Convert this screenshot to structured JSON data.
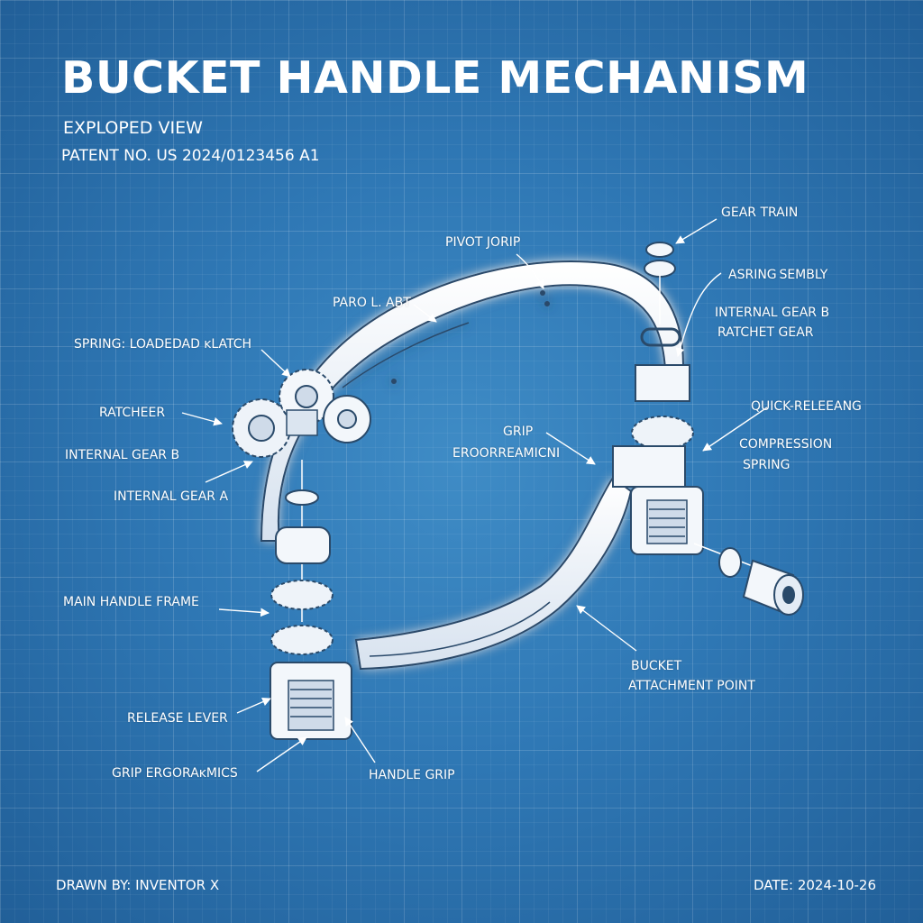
{
  "header": {
    "title": "BUCKET HANDLE MECHANISM",
    "subtitle": "EXPLOPED VIEW",
    "patent": "PATENT NO. US 2024/0123456 A1"
  },
  "labels": {
    "gear_train": "GEAR TRAIN",
    "pivot_jorip": "PIVOT JORIP",
    "asring_sembly": "ASRING SEMBLY",
    "paro_abt": "PARO L. ABT",
    "internal_gear_b_ratchet_1": "INTERNAL GEAR B",
    "internal_gear_b_ratchet_2": "RATCHET GEAR",
    "spring_loaded_latch": "SPRING: LOADEDAD ĸLATCH",
    "ratcheer": "RATCHEER",
    "quick_release": "QUICK-RELEEANG",
    "grip_ergo_1": "GRIP",
    "grip_ergo_2": "EROORREAMICNI",
    "compression_spring_1": "COMPRESSION",
    "compression_spring_2": "SPRING",
    "internal_gear_b_left": "INTERNAL GEAR B",
    "internal_gear_a": "INTERNAL GEAR A",
    "main_handle_frame": "MAIN HANDLE FRAME",
    "bucket_attachment_1": "BUCKET",
    "bucket_attachment_2": "ATTACHMENT POINT",
    "release_lever": "RELEASE LEVER",
    "grip_ergoramics": "GRIP ERGORAĸMICS",
    "handle_grip": "HANDLE GRIP"
  },
  "footer": {
    "drawn_by": "DRAWN BY: INVENTOR X",
    "date": "DATE: 2024-10-26"
  },
  "colors": {
    "background": "#2f78b5",
    "line": "#ffffff",
    "part_fill": "#f4f7fb",
    "part_shade": "#c9d6e6"
  }
}
